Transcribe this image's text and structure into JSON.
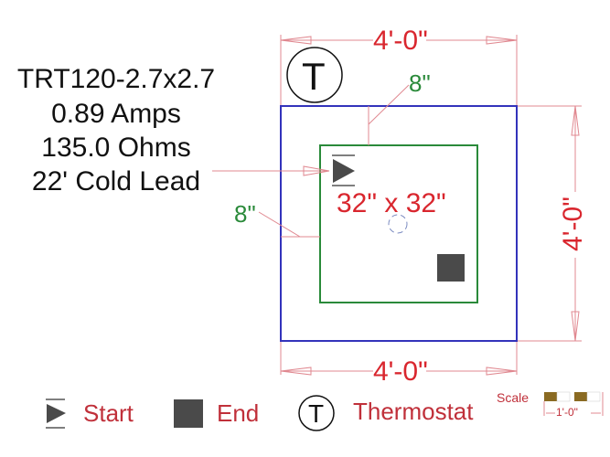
{
  "specs": {
    "model": "TRT120-2.7x2.7",
    "amps": "0.89 Amps",
    "ohms": "135.0 Ohms",
    "cold_lead": "22' Cold Lead"
  },
  "dimensions": {
    "top_width": "4'-0\"",
    "bottom_width": "4'-0\"",
    "right_height": "4'-0\"",
    "inner_size": "32\" x 32\"",
    "offset_top": "8\"",
    "offset_left": "8\""
  },
  "symbols": {
    "thermostat_letter": "T"
  },
  "legend": {
    "start_label": "Start",
    "end_label": "End",
    "thermostat_label": "Thermostat",
    "thermostat_letter": "T"
  },
  "scale": {
    "label": "Scale",
    "length": "1'-0\""
  },
  "colors": {
    "dimension": "#d9262e",
    "outer_area": "#3333bb",
    "heated_area": "#2a8a3a",
    "marker": "#4a4a4a",
    "scale_fill": "#8a6a22"
  }
}
